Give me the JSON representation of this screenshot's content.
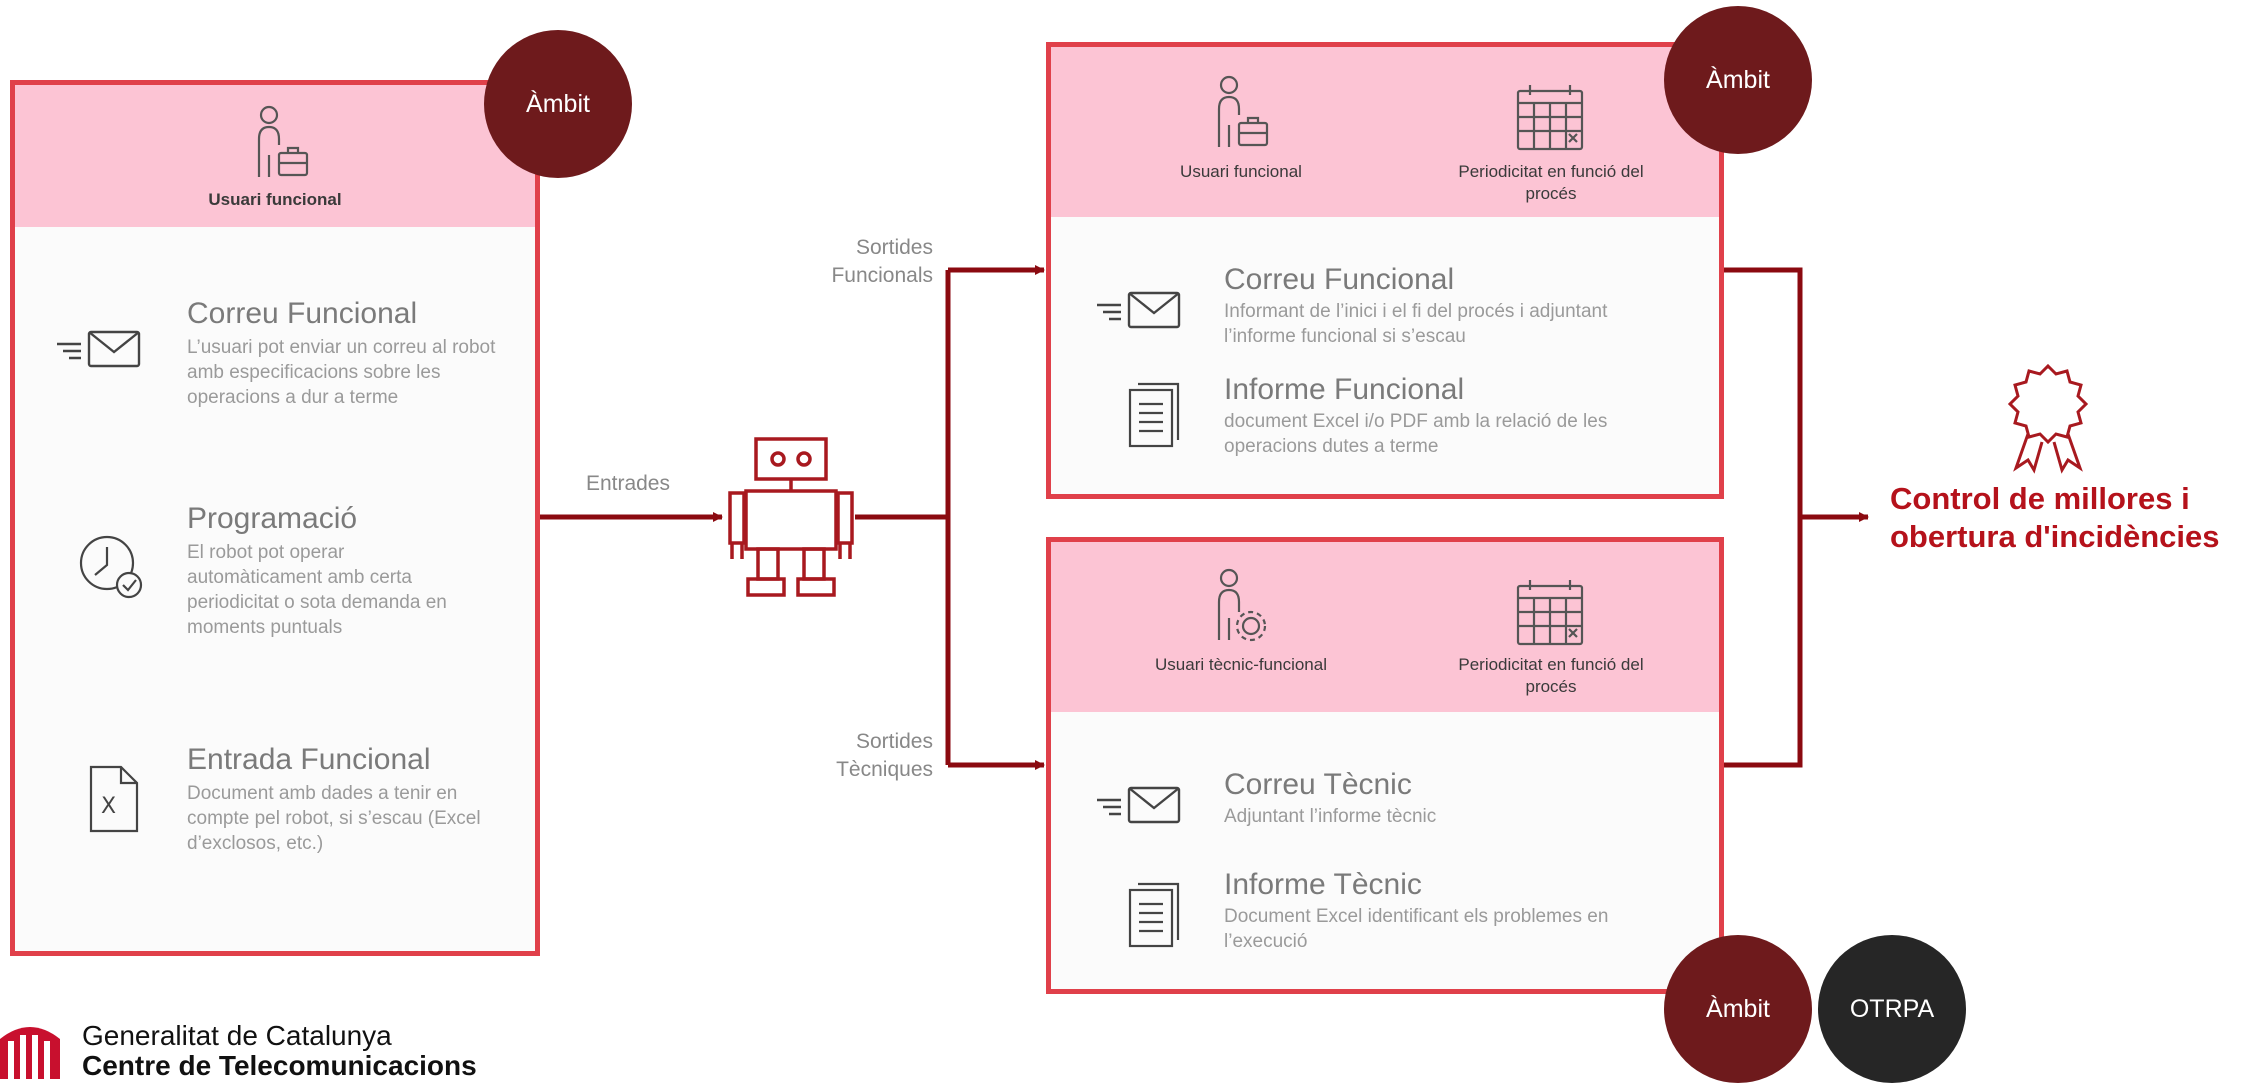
{
  "left_panel": {
    "badge": "Àmbit",
    "header_label": "Usuari funcional",
    "items": [
      {
        "title": "Correu Funcional",
        "desc": "L’usuari pot enviar un correu al robot amb especificacions sobre les operacions a dur a terme",
        "icon": "email-icon"
      },
      {
        "title": "Programació",
        "desc": "El robot pot operar automàticament amb certa periodicitat o sota demanda en moments puntuals",
        "icon": "clock-check-icon"
      },
      {
        "title": "Entrada Funcional",
        "desc": "Document amb dades a tenir en compte pel robot, si s’escau (Excel d’exclosos, etc.)",
        "icon": "excel-file-icon"
      }
    ]
  },
  "flow": {
    "input_label": "Entrades",
    "output_functional_label": "Sortides Funcionals",
    "output_technical_label": "Sortides Tècniques"
  },
  "top_right_panel": {
    "badge": "Àmbit",
    "header_labels": [
      "Usuari funcional",
      "Periodicitat en funció del procés"
    ],
    "items": [
      {
        "title": "Correu Funcional",
        "desc": "Informant de l’inici i el fi del procés i adjuntant l’informe funcional si s’escau",
        "icon": "email-icon"
      },
      {
        "title": "Informe Funcional",
        "desc": "document Excel i/o PDF amb la relació de les operacions dutes a terme",
        "icon": "document-icon"
      }
    ]
  },
  "bottom_right_panel": {
    "badges": [
      "Àmbit",
      "OTRPA"
    ],
    "header_labels": [
      "Usuari tècnic-funcional",
      "Periodicitat en funció del procés"
    ],
    "items": [
      {
        "title": "Correu Tècnic",
        "desc": "Adjuntant l’informe tècnic",
        "icon": "email-icon"
      },
      {
        "title": "Informe Tècnic",
        "desc": "Document Excel identificant els problemes en l’execució",
        "icon": "document-icon"
      }
    ]
  },
  "result": {
    "label": "Control de millores i obertura d'incidències",
    "icon": "award-ribbon-icon"
  },
  "logo": {
    "line1": "Generalitat de Catalunya",
    "line2": "Centre de Telecomunicacions"
  },
  "colors": {
    "accent_red": "#e0404a",
    "arrow_red": "#8b0a10",
    "header_pink": "#fcc4d4",
    "badge_dark_red": "#6e1a1c",
    "badge_black": "#262626",
    "result_red": "#b5121b"
  }
}
